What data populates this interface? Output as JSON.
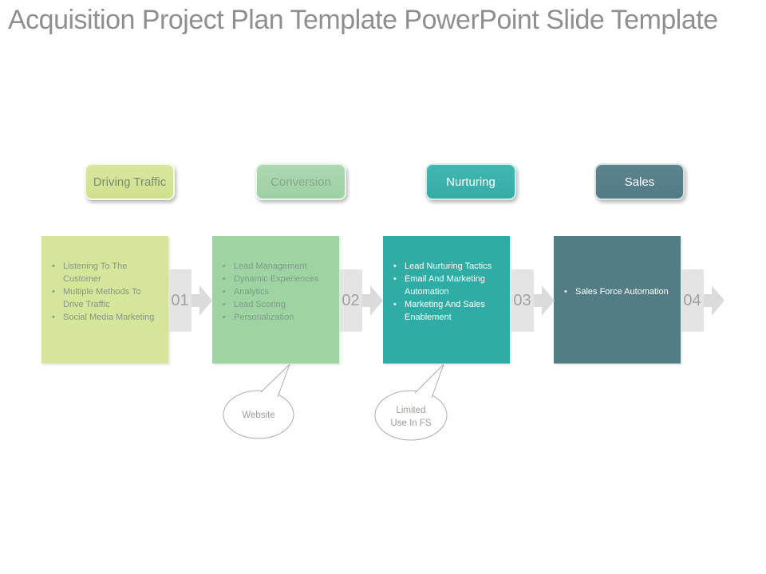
{
  "slide": {
    "title": "Acquisition Project Plan Template PowerPoint Slide Template"
  },
  "stages": [
    {
      "label": "Driving Traffic",
      "color": "#d2e18f",
      "text_color": "#7f8c6d"
    },
    {
      "label": "Conversion",
      "color": "#a5d4a9",
      "text_color": "#85a78c"
    },
    {
      "label": "Nurturing",
      "color": "#3bb3ac",
      "text_color": "#ffffff"
    },
    {
      "label": "Sales",
      "color": "#597f89",
      "text_color": "#ffffff"
    }
  ],
  "steps": [
    {
      "number": "01",
      "color": "#d5e59a",
      "items": [
        "Listening To The Customer",
        "Multiple Methods To Drive  Traffic",
        "Social Media Marketing"
      ]
    },
    {
      "number": "02",
      "color": "#9ed3a2",
      "items": [
        "Lead Management",
        "Dynamic Experiences",
        "Analytics",
        "Lead Scoring",
        "Personalization"
      ]
    },
    {
      "number": "03",
      "color": "#2fada4",
      "items": [
        "Lead Nurturing Tactics",
        "Email And Marketing Automation",
        "Marketing And Sales Enablement"
      ]
    },
    {
      "number": "04",
      "color": "#527d85",
      "items": [
        "Sales Force Automation"
      ]
    }
  ],
  "callouts": [
    {
      "lines": [
        "Website",
        ""
      ]
    },
    {
      "lines": [
        "Limited",
        "Use In FS"
      ]
    }
  ],
  "connector_color": "#dbdbdb"
}
